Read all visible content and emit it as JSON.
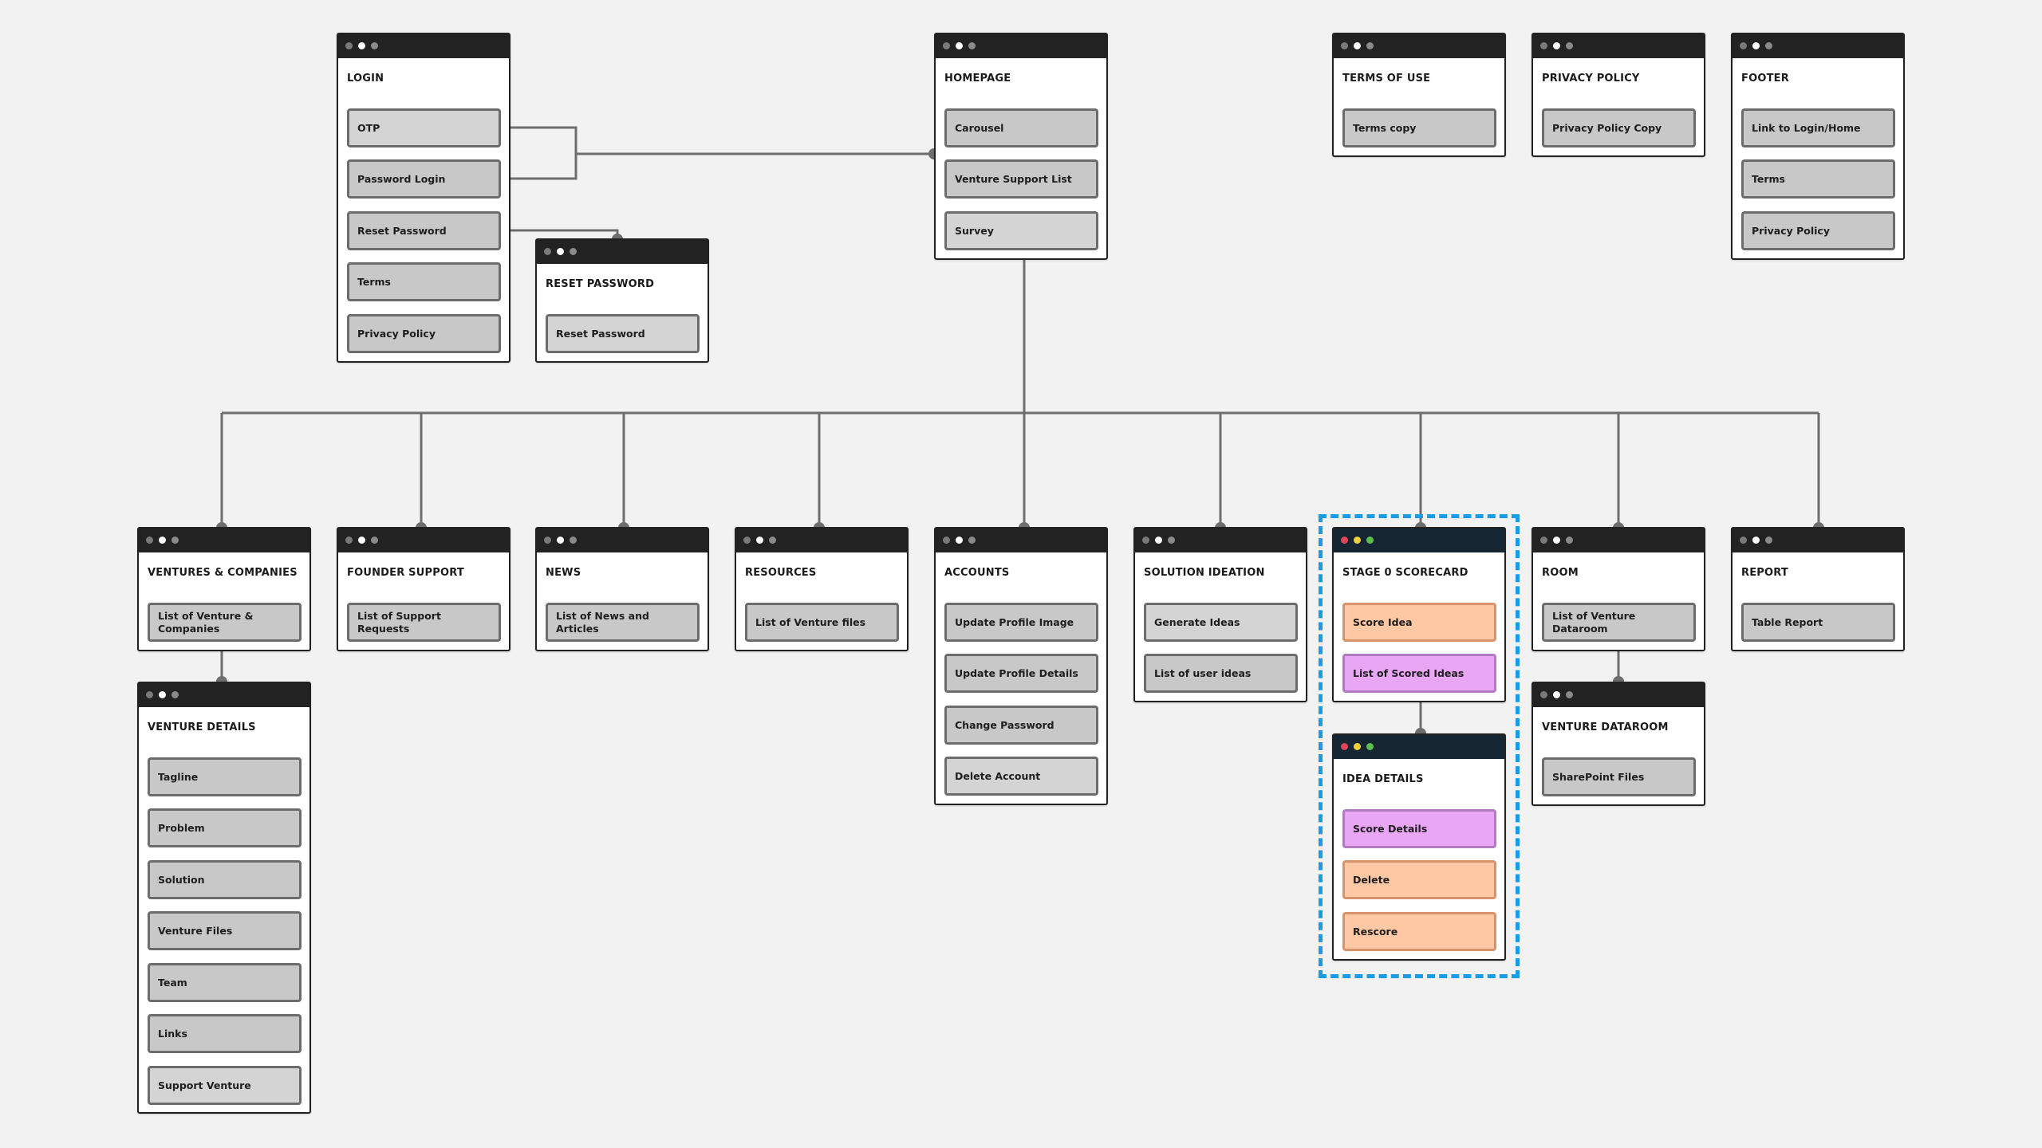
{
  "cards": {
    "login": {
      "title": "LOGIN",
      "items": [
        "OTP",
        "Password Login",
        "Reset Password",
        "Terms",
        "Privacy Policy"
      ]
    },
    "reset_password": {
      "title": "RESET PASSWORD",
      "items": [
        "Reset Password"
      ]
    },
    "homepage": {
      "title": "HOMEPAGE",
      "items": [
        "Carousel",
        "Venture Support List",
        "Survey"
      ]
    },
    "terms_of_use": {
      "title": "TERMS OF USE",
      "items": [
        "Terms copy"
      ]
    },
    "privacy_policy": {
      "title": "PRIVACY POLICY",
      "items": [
        "Privacy Policy Copy"
      ]
    },
    "footer": {
      "title": "FOOTER",
      "items": [
        "Link to Login/Home",
        "Terms",
        "Privacy Policy"
      ]
    },
    "ventures_companies": {
      "title": "VENTURES & COMPANIES",
      "items": [
        "List of Venture & Companies"
      ]
    },
    "founder_support": {
      "title": "FOUNDER SUPPORT",
      "items": [
        "List of Support Requests"
      ]
    },
    "news": {
      "title": "NEWS",
      "items": [
        "List of News and Articles"
      ]
    },
    "resources": {
      "title": "RESOURCES",
      "items": [
        "List of Venture files"
      ]
    },
    "accounts": {
      "title": "ACCOUNTS",
      "items": [
        "Update Profile Image",
        "Update Profile Details",
        "Change Password",
        "Delete Account"
      ]
    },
    "solution_ideation": {
      "title": "SOLUTION IDEATION",
      "items": [
        "Generate Ideas",
        "List of user ideas"
      ]
    },
    "stage0_scorecard": {
      "title": "STAGE 0 SCORECARD",
      "items": [
        "Score Idea",
        "List of Scored Ideas"
      ]
    },
    "room": {
      "title": "ROOM",
      "items": [
        "List of Venture Dataroom"
      ]
    },
    "report": {
      "title": "REPORT",
      "items": [
        "Table Report"
      ]
    },
    "venture_details": {
      "title": "VENTURE DETAILS",
      "items": [
        "Tagline",
        "Problem",
        "Solution",
        "Venture Files",
        "Team",
        "Links",
        "Support Venture"
      ]
    },
    "idea_details": {
      "title": "IDEA DETAILS",
      "items": [
        "Score Details",
        "Delete",
        "Rescore"
      ]
    },
    "venture_dataroom": {
      "title": "VENTURE DATAROOM",
      "items": [
        "SharePoint Files"
      ]
    }
  },
  "colors": {
    "canvas": "#f2f2f2",
    "window_bar": "#222222",
    "window_bar_highlight": "#152532",
    "item_gray": "#d4d4d4",
    "item_orange": "#ffc8a5",
    "item_purple": "#e9a6f5",
    "selection": "#1a9be8",
    "connector": "#6e6e6e"
  }
}
